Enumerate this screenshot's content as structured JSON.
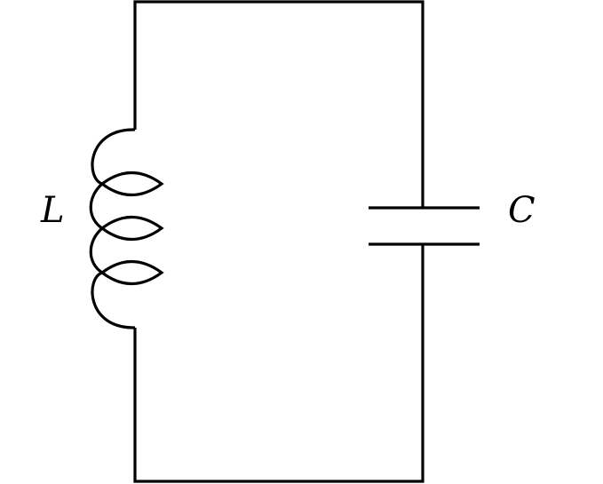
{
  "diagram": {
    "title": "LC circuit",
    "components": [
      {
        "type": "inductor",
        "label": "L"
      },
      {
        "type": "capacitor",
        "label": "C"
      }
    ],
    "colors": {
      "stroke": "#000000",
      "background": "#ffffff"
    }
  }
}
